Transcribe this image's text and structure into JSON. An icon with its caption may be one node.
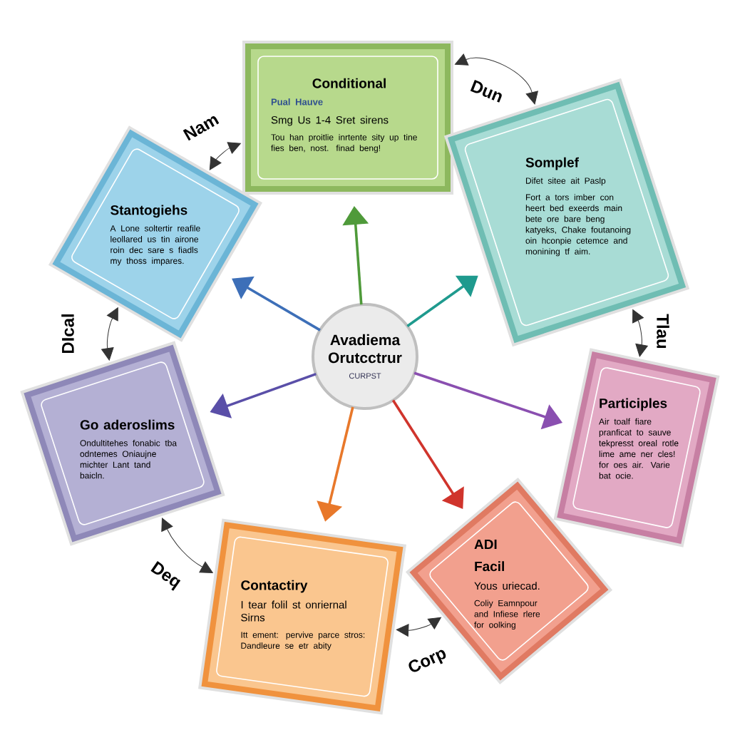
{
  "diagram": {
    "nodes": [
      {
        "text": [
          "Avadiema Orutcctrur",
          "CURPST"
        ]
      },
      {
        "text": [
          "Conditional",
          "Pual Hauve",
          "Smg Us 1-4 Sret sirens",
          "Tou han proitlie inrtente sity up tine fies ben, nost. finad beng!"
        ]
      },
      {
        "text": [
          "Somplef",
          "Difet sitee ait Paslp",
          "Fort a tors imber con heert bed exeerds main bete ore bare beng katyeks, Chake foutanoing oin hconpie cetemce and monining tf aim."
        ]
      },
      {
        "text": [
          "Participles",
          "Air toalf fiare pranficat to sauve tekpresst oreal rotle lime ame ner cles! for oes air. Varie bat ocie."
        ]
      },
      {
        "text": [
          "ADI",
          "Facil",
          "Yous uriecad.",
          "Coliy Eamnpour and Infiese rlere for oolking"
        ]
      },
      {
        "text": [
          "Contactiry",
          "I tear folil st onriernal Sirns",
          "Itt ement: pervive parce stros: Dandleure se etr abity"
        ]
      },
      {
        "text": [
          "Go aderoslims",
          "Ondultitehes fonabic tba odntemes Oniaujne michter Lant tand baicln."
        ]
      },
      {
        "text": [
          "Stantogiehs",
          "A Lone soltertir reafile leollared us tin airone roin dec sare s fiadls my thoss impares."
        ]
      }
    ],
    "edges": [
      {
        "from": 0,
        "to": 1,
        "arrow": "to",
        "color": "#4f9a3a"
      },
      {
        "from": 0,
        "to": 2,
        "arrow": "to",
        "color": "#1f9a8e"
      },
      {
        "from": 0,
        "to": 3,
        "arrow": "to",
        "color": "#8a4fb0"
      },
      {
        "from": 0,
        "to": 4,
        "arrow": "to",
        "color": "#d0342c"
      },
      {
        "from": 0,
        "to": 5,
        "arrow": "to",
        "color": "#e8782a"
      },
      {
        "from": 0,
        "to": 6,
        "arrow": "to",
        "color": "#5a4fa8"
      },
      {
        "from": 0,
        "to": 7,
        "arrow": "to",
        "color": "#3d6fb8"
      },
      {
        "from": 7,
        "to": 1,
        "arrow": "both",
        "label": "Nam"
      },
      {
        "from": 1,
        "to": 2,
        "arrow": "both",
        "label": "Dun"
      },
      {
        "from": 2,
        "to": 3,
        "arrow": "both",
        "label": "Tlau"
      },
      {
        "from": 4,
        "to": 5,
        "arrow": "both",
        "label": "Corp"
      },
      {
        "from": 5,
        "to": 6,
        "arrow": "both",
        "label": "Deq"
      },
      {
        "from": 6,
        "to": 7,
        "arrow": "both",
        "label": "DIcal"
      }
    ]
  }
}
